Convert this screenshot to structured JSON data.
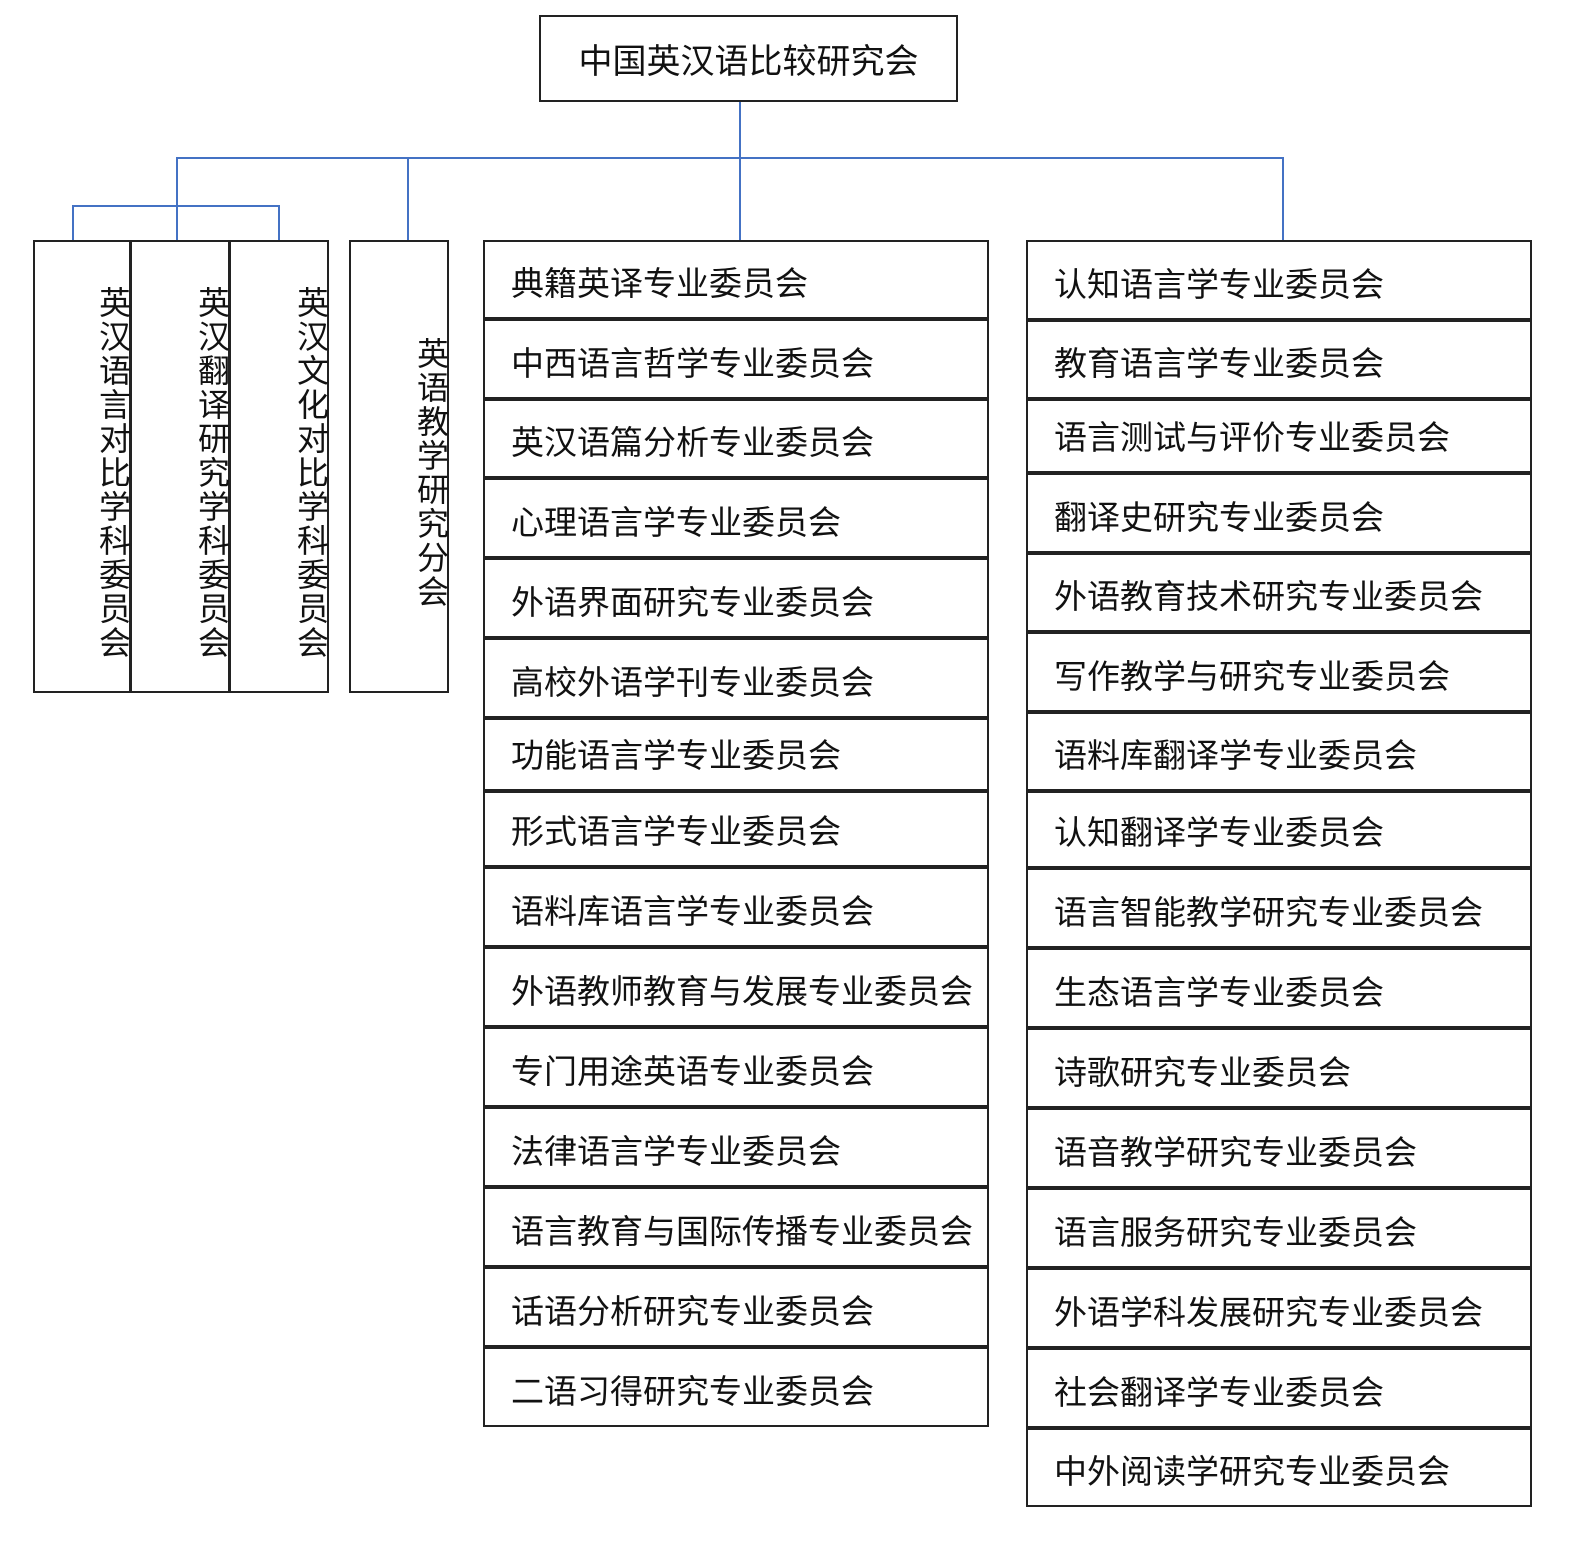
{
  "root": {
    "title": "中国英汉语比较研究会"
  },
  "vertical_committees": [
    {
      "label": "英汉语言对比学科委员会"
    },
    {
      "label": "英汉翻译研究学科委员会"
    },
    {
      "label": "英汉文化对比学科委员会"
    }
  ],
  "branch": {
    "label": "英语教学研究分会"
  },
  "middle_column": [
    "典籍英译专业委员会",
    "中西语言哲学专业委员会",
    "英汉语篇分析专业委员会",
    "心理语言学专业委员会",
    "外语界面研究专业委员会",
    "高校外语学刊专业委员会",
    "功能语言学专业委员会",
    "形式语言学专业委员会",
    "语料库语言学专业委员会",
    "外语教师教育与发展专业委员会",
    "专门用途英语专业委员会",
    "法律语言学专业委员会",
    "语言教育与国际传播专业委员会",
    "话语分析研究专业委员会",
    "二语习得研究专业委员会"
  ],
  "right_column": [
    "认知语言学专业委员会",
    "教育语言学专业委员会",
    "语言测试与评价专业委员会",
    "翻译史研究专业委员会",
    "外语教育技术研究专业委员会",
    "写作教学与研究专业委员会",
    "语料库翻译学专业委员会",
    "认知翻译学专业委员会",
    "语言智能教学研究专业委员会",
    "生态语言学专业委员会",
    "诗歌研究专业委员会",
    "语音教学研究专业委员会",
    "语言服务研究专业委员会",
    "外语学科发展研究专业委员会",
    "社会翻译学专业委员会",
    "中外阅读学研究专业委员会"
  ],
  "colors": {
    "connector": "#4472C4",
    "border": "#222222"
  }
}
